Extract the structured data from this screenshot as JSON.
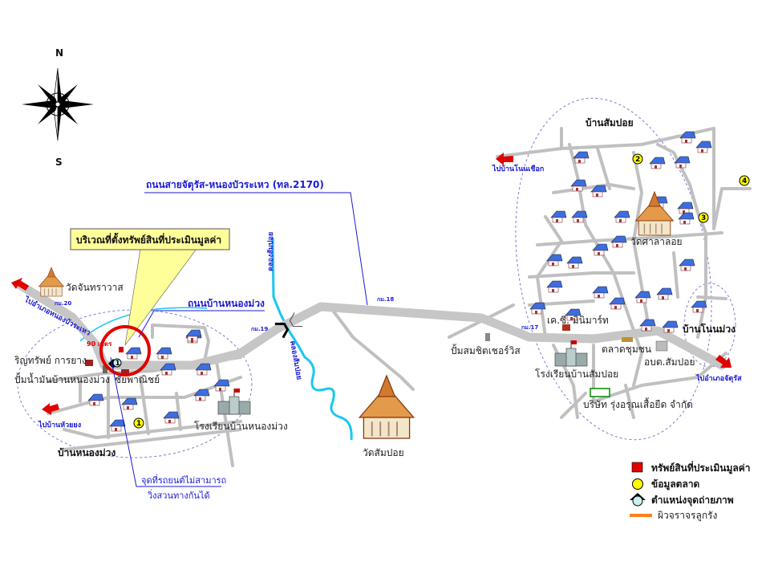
{
  "compass": {
    "north": "N",
    "south": "S"
  },
  "roads": {
    "highway_label": "ถนนสายจัตุรัส-หนองบัวระเหว (ทล.2170)",
    "local_road_label": "ถนนบ้านหนองม่วง",
    "km_markers": [
      "กม.20",
      "กม.19",
      "กม.18",
      "กม.17"
    ]
  },
  "callouts": {
    "property_area": "บริเวณที่ตั้งทรัพย์สินที่ประเมินมูลค่า",
    "distance": "90 เมตร",
    "narrow_point_line1": "จุดที่รถยนต์ไม่สามารถ",
    "narrow_point_line2": "วิ่งสวนทางกันได้"
  },
  "directions": {
    "to_nong_bua_rawe": "ไปอำเภอหนองบัวระเหว",
    "to_huai_yong": "ไปบ้านหัวยยง",
    "to_non_chueak": "ไปบ้านโนนเชือก",
    "to_chatturat": "ไปอำเภอจัตุรัส"
  },
  "waterways": {
    "canal": "คลองสัมปอย"
  },
  "places": {
    "wat_chanthrawat": "วัดจันทราวาส",
    "rubber_shop": "ริญทรัพย์ การยาง",
    "gas_station_nong_muang": "ปั้มน้ำมันบ้านหนองม่วง",
    "chai_panich": "ชัยพาณิชย์",
    "school_nong_muang": "โรงเรียนบ้านหนองม่วง",
    "ban_nong_muang": "บ้านหนองม่วง",
    "wat_som_poi": "วัดสัมปอย",
    "gas_station_somchit": "ปั้มสมชิตเชอร์วิส",
    "ban_som_poi": "บ้านสัมปอย",
    "wat_sala_loi": "วัดศาลาลอย",
    "kc_minimart": "เค.ซี. มินิมาร์ท",
    "market": "ตลาดชุมชน",
    "school_som_poi": "โรงเรียนบ้านสัมปอย",
    "sao_som_poi": "อบต.สัมปอย",
    "ban_non_muang": "บ้านโนนม่วง",
    "company": "บริษัท รุ่งอรุณเสื้อยืด จำกัด"
  },
  "market_points": [
    "1",
    "2",
    "3",
    "4"
  ],
  "photo_point": "1",
  "legend": {
    "items": [
      {
        "label": "ทรัพย์สินที่ประเมินมูลค่า",
        "color": "#e00000"
      },
      {
        "label": "ข้อมูลตลาด",
        "color": "#ffff00"
      },
      {
        "label": "ตำแหน่งจุดถ่ายภาพ",
        "color": "#c8f0f0"
      },
      {
        "label": "ผิวจราจรลูกรัง",
        "color": "#ff7f20"
      }
    ]
  },
  "colors": {
    "road": "#c6c6c6",
    "water": "#18c8f0",
    "label_blue": "#1a1ad6",
    "property": "#e00000"
  }
}
